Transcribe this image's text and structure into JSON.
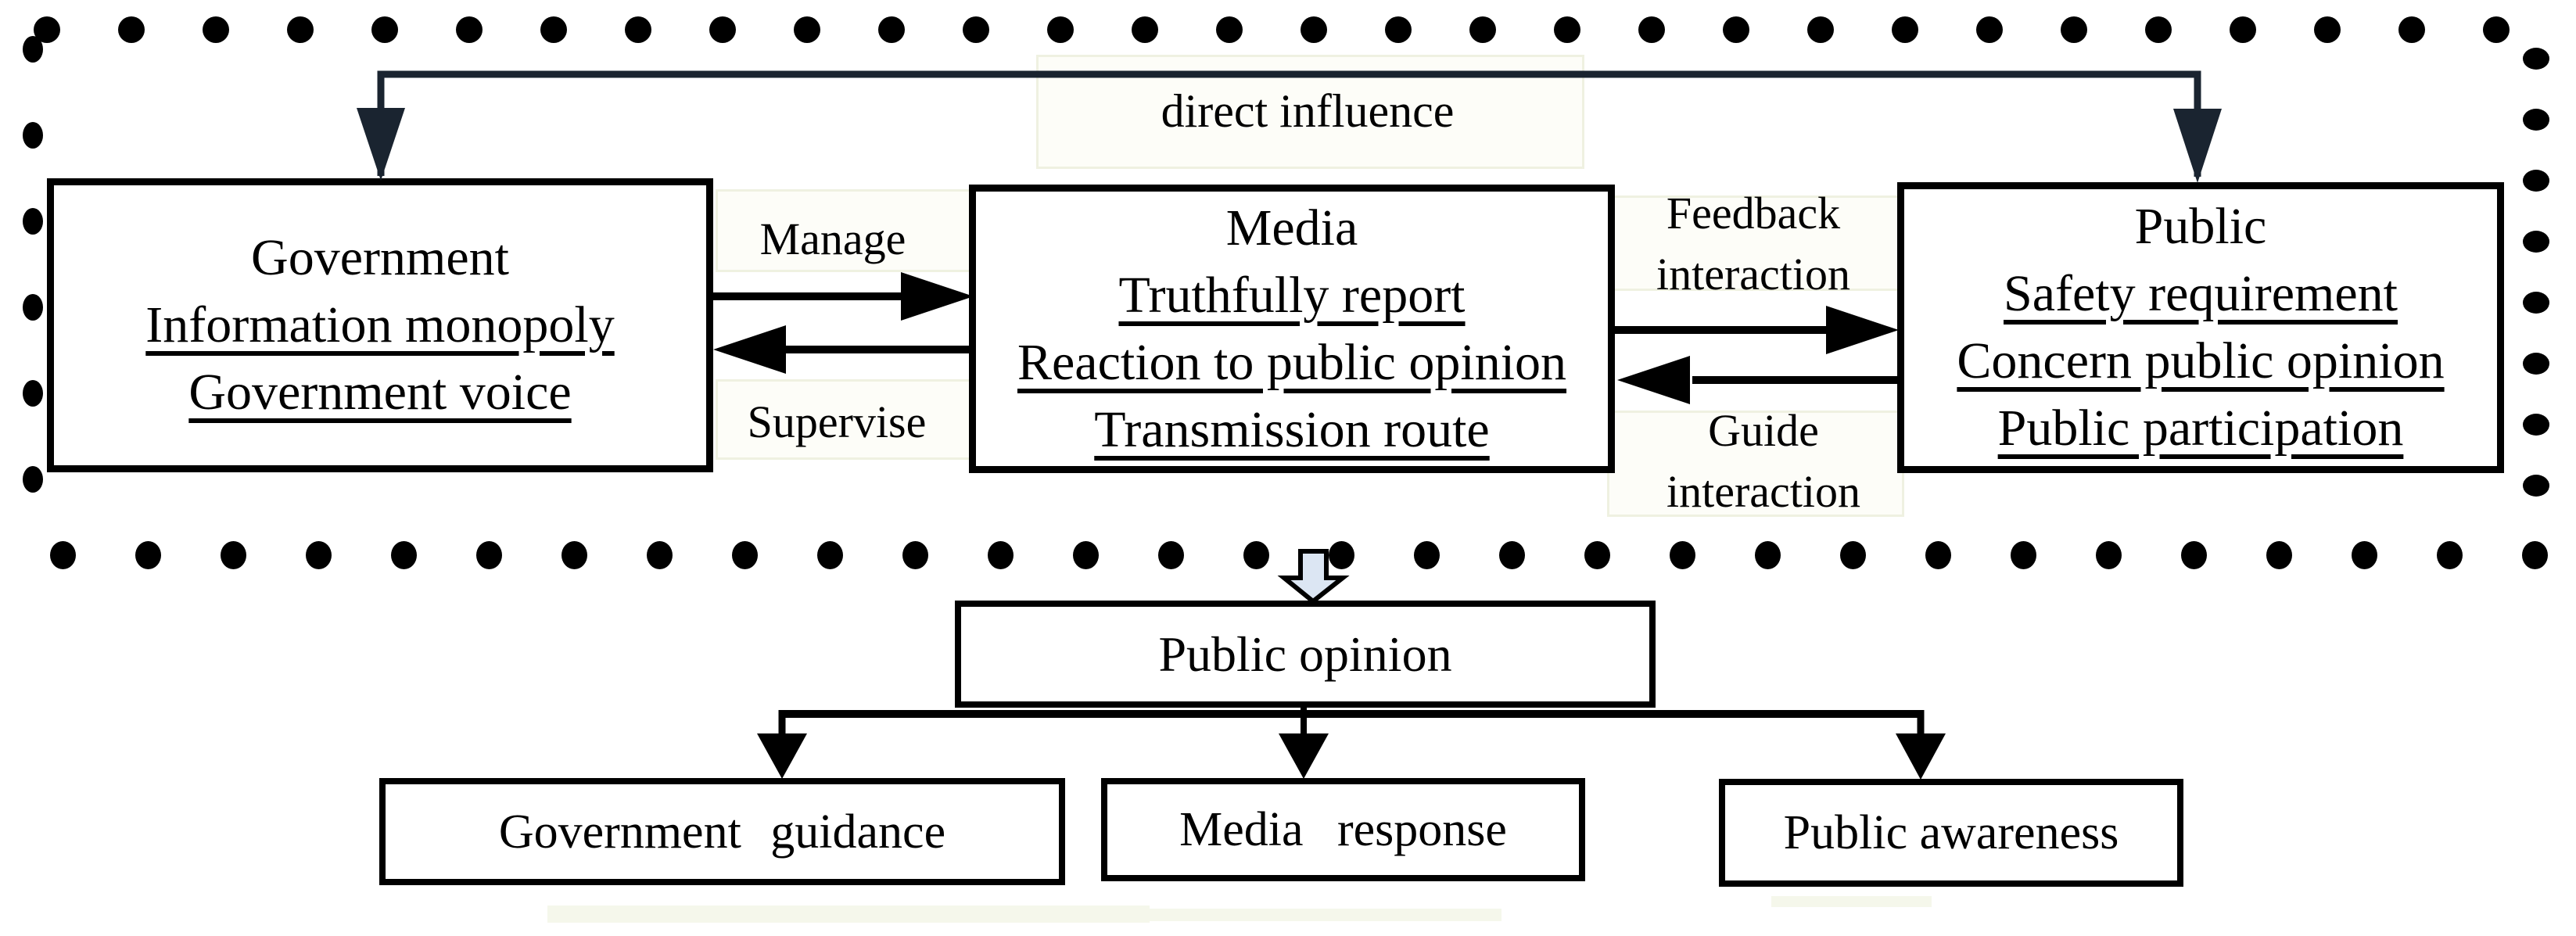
{
  "diagram": {
    "influence_label": "direct influence",
    "boxes": {
      "government": {
        "title": "Government",
        "item1": "Information monopoly",
        "item2": "Government voice"
      },
      "media": {
        "title": "Media",
        "item1": "Truthfully report",
        "item2": "Reaction to public opinion",
        "item3": "Transmission route"
      },
      "public": {
        "title": "Public",
        "item1": "Safety requirement",
        "item2": "Concern public opinion",
        "item3": "Public participation"
      }
    },
    "relations": {
      "manage": "Manage",
      "supervise": "Supervise",
      "feedback_line1": "Feedback",
      "feedback_line2": "interaction",
      "guide_line1": "Guide",
      "guide_line2": "interaction"
    },
    "outcome": {
      "opinion": "Public opinion",
      "child1": "Government guidance",
      "child2": "Media response",
      "child3": "Public awareness"
    },
    "colors": {
      "line": "#000000",
      "influence_line": "#1a2430",
      "block_arrow_fill": "#dce6f3",
      "label_bg": "#fdfdf8",
      "label_bg_border": "#eff1e1",
      "dot": "#000000"
    }
  }
}
